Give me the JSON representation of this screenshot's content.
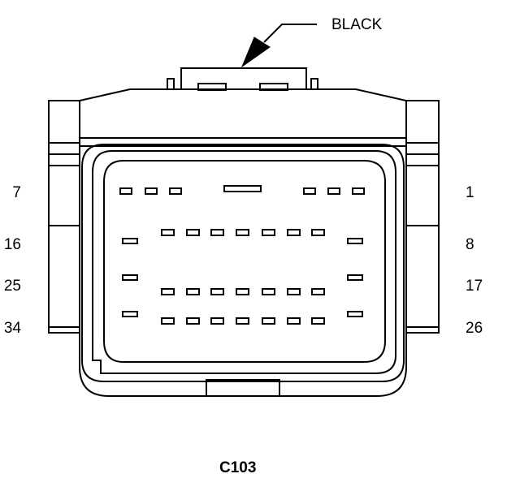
{
  "diagram": {
    "callout_label": "BLACK",
    "connector_name": "C103",
    "pin_labels": {
      "row1_left": "7",
      "row1_right": "1",
      "row2_left": "16",
      "row2_right": "8",
      "row3_left": "25",
      "row3_right": "17",
      "row4_left": "34",
      "row4_right": "26"
    }
  }
}
